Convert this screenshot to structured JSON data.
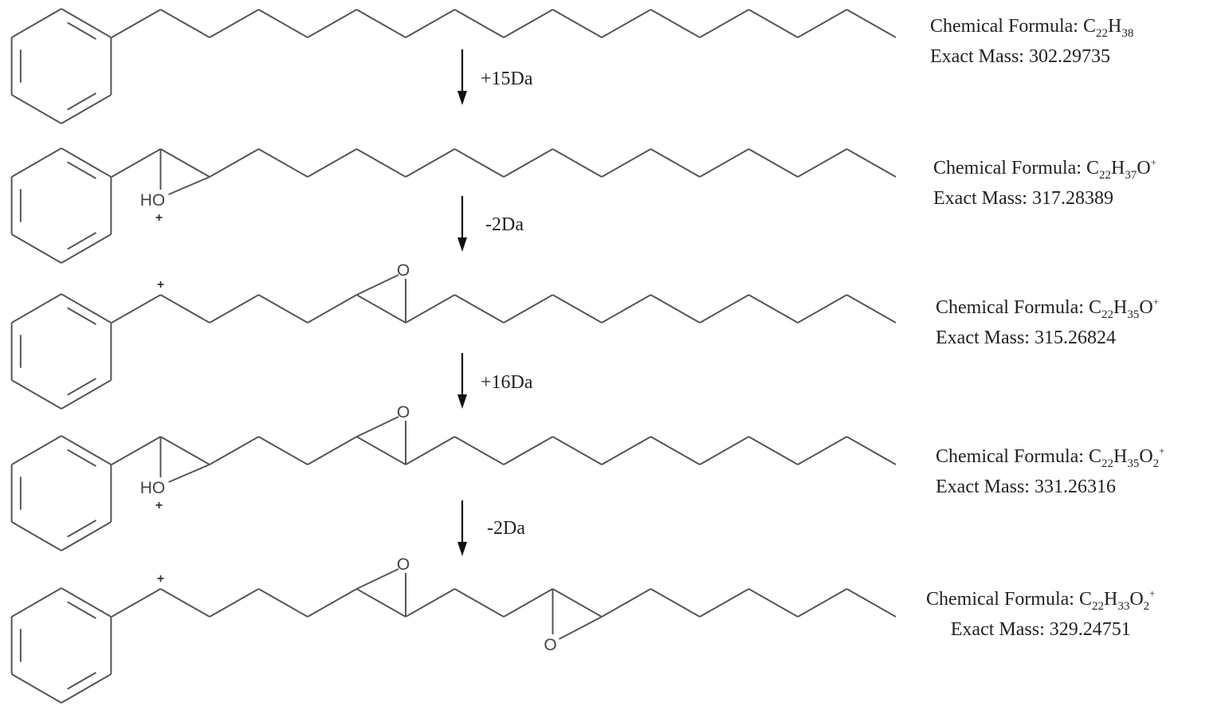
{
  "title": "Stepwise oxidation of phenylhexadecane",
  "steps": [
    {
      "label": "+15Da"
    },
    {
      "label": "-2Da"
    },
    {
      "label": "+16Da"
    },
    {
      "label": "-2Da"
    }
  ],
  "compounds": [
    {
      "formula_label": "Chemical Formula:",
      "formula_parts": [
        {
          "text": "C",
          "style": "normal"
        },
        {
          "text": "22",
          "style": "sub"
        },
        {
          "text": "H",
          "style": "normal"
        },
        {
          "text": "38",
          "style": "sub"
        }
      ],
      "mass_label": "Exact Mass:",
      "mass": "302.29735",
      "atom_labels": []
    },
    {
      "formula_label": "Chemical Formula:",
      "formula_parts": [
        {
          "text": "C",
          "style": "normal"
        },
        {
          "text": "22",
          "style": "sub"
        },
        {
          "text": "H",
          "style": "normal"
        },
        {
          "text": "37",
          "style": "sub"
        },
        {
          "text": "O",
          "style": "normal"
        },
        {
          "text": "+",
          "style": "sup"
        }
      ],
      "mass_label": "Exact Mass:",
      "mass": "317.28389",
      "atom_labels": [
        "HO",
        "+"
      ]
    },
    {
      "formula_label": "Chemical Formula:",
      "formula_parts": [
        {
          "text": "C",
          "style": "normal"
        },
        {
          "text": "22",
          "style": "sub"
        },
        {
          "text": "H",
          "style": "normal"
        },
        {
          "text": "35",
          "style": "sub"
        },
        {
          "text": "O",
          "style": "normal"
        },
        {
          "text": "+",
          "style": "sup"
        }
      ],
      "mass_label": "Exact Mass:",
      "mass": "315.26824",
      "atom_labels": [
        "+",
        "O"
      ]
    },
    {
      "formula_label": "Chemical Formula:",
      "formula_parts": [
        {
          "text": "C",
          "style": "normal"
        },
        {
          "text": "22",
          "style": "sub"
        },
        {
          "text": "H",
          "style": "normal"
        },
        {
          "text": "35",
          "style": "sub"
        },
        {
          "text": "O",
          "style": "normal"
        },
        {
          "text": "2",
          "style": "sub"
        },
        {
          "text": "+",
          "style": "sup"
        }
      ],
      "mass_label": "Exact Mass:",
      "mass": "331.26316",
      "atom_labels": [
        "HO",
        "+",
        "O"
      ]
    },
    {
      "formula_label": "Chemical Formula:",
      "formula_parts": [
        {
          "text": "C",
          "style": "normal"
        },
        {
          "text": "22",
          "style": "sub"
        },
        {
          "text": "H",
          "style": "normal"
        },
        {
          "text": "33",
          "style": "sub"
        },
        {
          "text": "O",
          "style": "normal"
        },
        {
          "text": "2",
          "style": "sub"
        },
        {
          "text": "+",
          "style": "sup"
        }
      ],
      "mass_label": "Exact Mass:",
      "mass": "329.24751",
      "atom_labels": [
        "+",
        "O",
        "O"
      ]
    }
  ]
}
